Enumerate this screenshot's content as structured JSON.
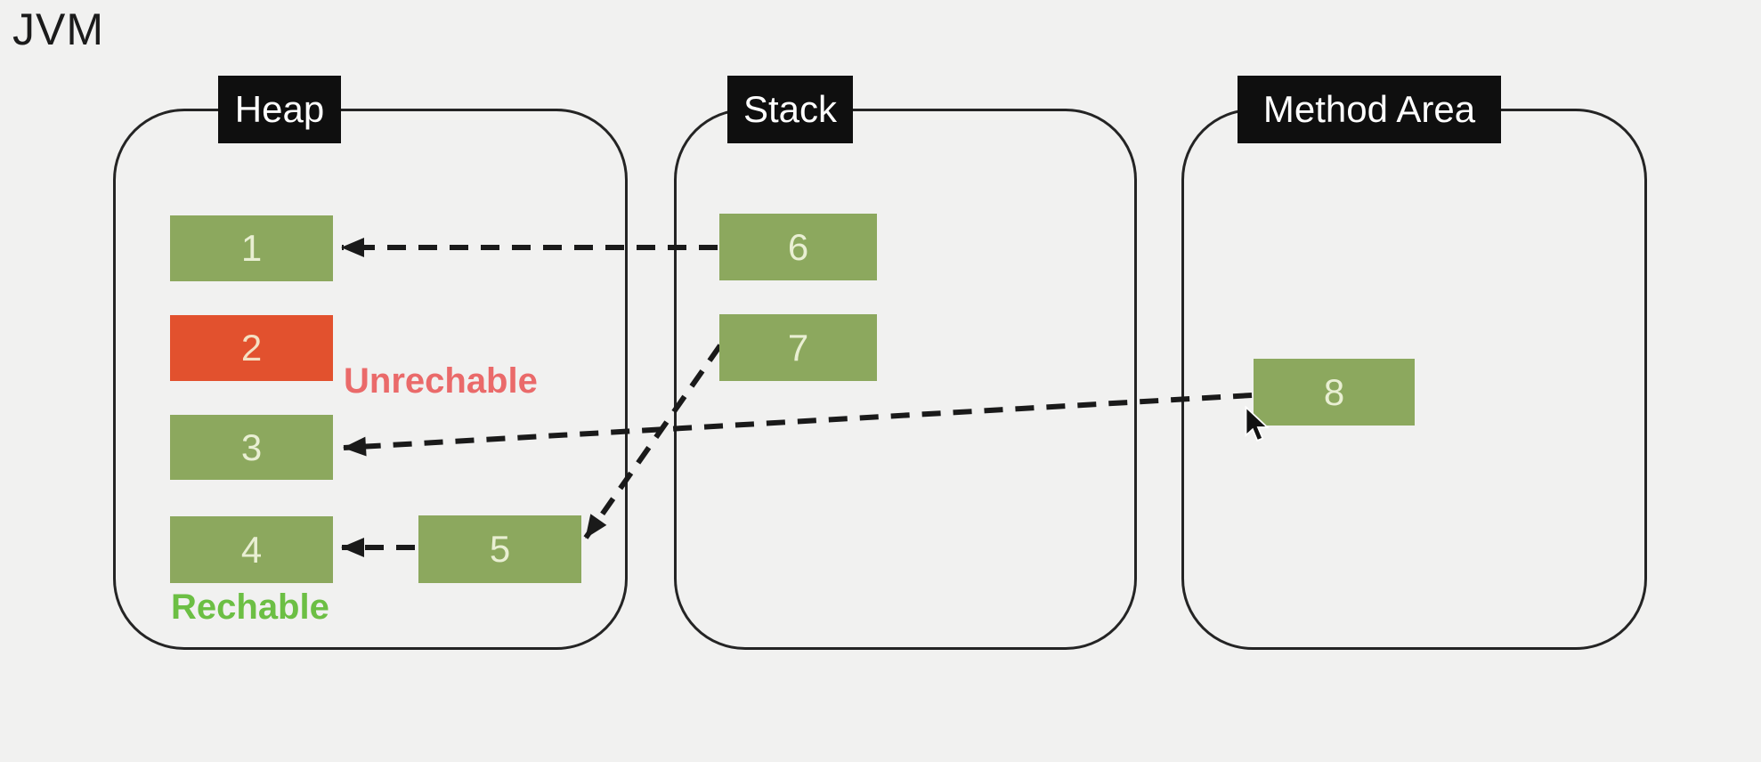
{
  "page_title": "JVM",
  "containers": {
    "heap": {
      "label": "Heap"
    },
    "stack": {
      "label": "Stack"
    },
    "method_area": {
      "label": "Method Area"
    }
  },
  "boxes": [
    {
      "label": "1",
      "region": "heap",
      "status": "reachable"
    },
    {
      "label": "2",
      "region": "heap",
      "status": "unreachable"
    },
    {
      "label": "3",
      "region": "heap",
      "status": "reachable"
    },
    {
      "label": "4",
      "region": "heap",
      "status": "reachable"
    },
    {
      "label": "5",
      "region": "heap",
      "status": "reachable"
    },
    {
      "label": "6",
      "region": "stack",
      "status": "reachable"
    },
    {
      "label": "7",
      "region": "stack",
      "status": "reachable"
    },
    {
      "label": "8",
      "region": "method_area",
      "status": "reachable"
    }
  ],
  "annotations": {
    "unreachable": "Unrechable",
    "reachable": "Rechable"
  },
  "references": [
    {
      "from": "6",
      "to": "1"
    },
    {
      "from": "8",
      "to": "3"
    },
    {
      "from": "7",
      "to": "5"
    },
    {
      "from": "5",
      "to": "4"
    }
  ],
  "colors": {
    "reachable_box": "#8CA85E",
    "unreachable_box": "#E2512E",
    "reachable_text": "#6CBF44",
    "unreachable_text": "#EA6A6A",
    "region_label_bg": "#0F0F0F",
    "arrow": "#1A1A1A",
    "background": "#F1F1F0"
  }
}
